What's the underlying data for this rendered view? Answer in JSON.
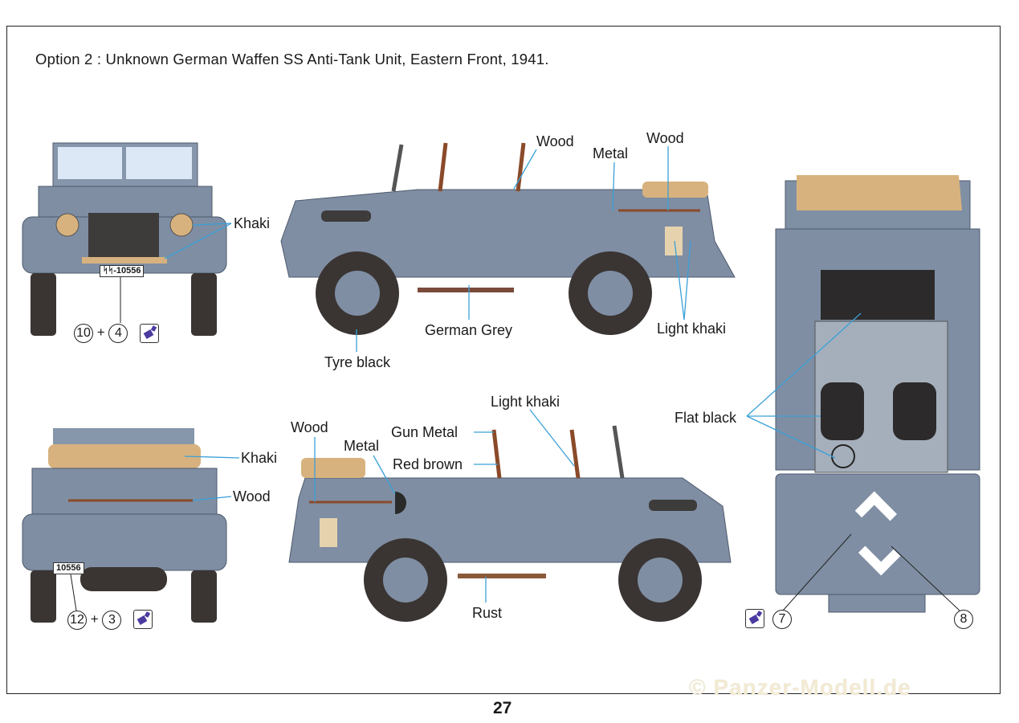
{
  "page": {
    "title": "Option 2 : Unknown German Waffen SS Anti-Tank Unit, Eastern Front, 1941.",
    "page_number": "27",
    "watermark": "© Panzer-Modell.de"
  },
  "front_view": {
    "callouts": [
      "Khaki"
    ],
    "plate": "ᛋᛋ-10556",
    "decals": {
      "a": "10",
      "plus": "+",
      "b": "4"
    },
    "decal_icon": "water-slide-decal-icon"
  },
  "side_view_top": {
    "callouts": [
      "Wood",
      "Metal",
      "Wood",
      "German Grey",
      "Light khaki",
      "Tyre black"
    ]
  },
  "rear_view": {
    "callouts": [
      "Khaki",
      "Wood"
    ],
    "plate": "10556",
    "decals": {
      "a": "12",
      "plus": "+",
      "b": "3"
    },
    "decal_icon": "water-slide-decal-icon"
  },
  "side_view_bottom": {
    "callouts": [
      "Wood",
      "Metal",
      "Gun Metal",
      "Light khaki",
      "Red brown",
      "Rust"
    ]
  },
  "top_view": {
    "callouts": [
      "Flat black"
    ],
    "decals": {
      "left": "7",
      "right": "8"
    },
    "decal_icon": "water-slide-decal-icon"
  },
  "colors": {
    "german_grey": "#7f8ea3",
    "khaki": "#d8b27e",
    "tyre_black": "#3a3533",
    "wood": "#8a4a2a",
    "leader_line": "#3aa0d8"
  }
}
